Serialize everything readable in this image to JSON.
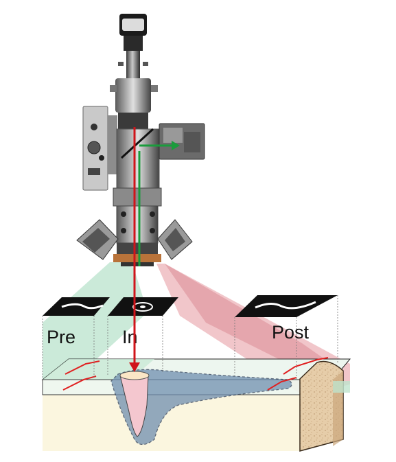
{
  "labels": {
    "pre": "Pre",
    "in": "In",
    "post": "Post"
  },
  "colors": {
    "laser_beam": "#d0141a",
    "sensor_beam": "#1a9c3c",
    "pre_region": "#b9e3cc",
    "post_region": "#e7a0a6",
    "melt_pool_blue": "#6f8fb0",
    "melt_pool_pink": "#f4c7cf",
    "weld_seam": "#e02020",
    "cross_section": "#e3c9a6",
    "workpiece_top": "#edf6ef"
  },
  "icons": {
    "welding_head": "laser-welding-head-icon",
    "beam_splitter": "beam-splitter-icon",
    "camera": "camera-module-icon"
  }
}
